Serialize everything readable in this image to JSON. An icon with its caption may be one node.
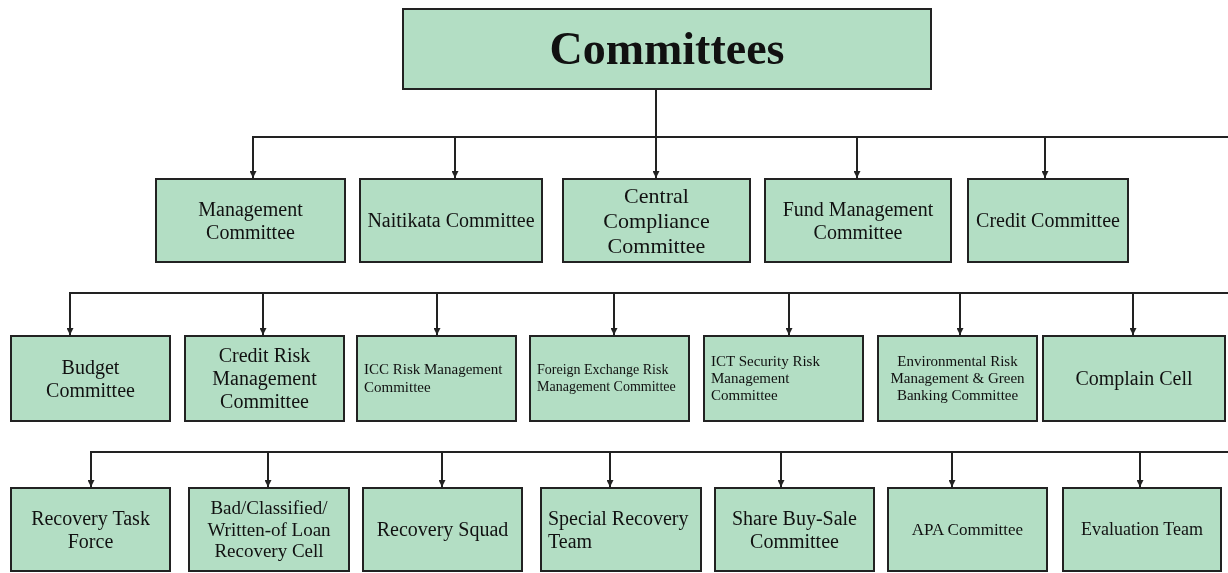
{
  "diagram": {
    "nodes": [
      {
        "text": [
          "Committees"
        ]
      },
      {
        "text": [
          "Management Committee"
        ]
      },
      {
        "text": [
          "Naitikata Committee"
        ]
      },
      {
        "text": [
          "Central Compliance Committee"
        ]
      },
      {
        "text": [
          "Fund Management Committee"
        ]
      },
      {
        "text": [
          "Credit Committee"
        ]
      },
      {
        "text": [
          "Budget Committee"
        ]
      },
      {
        "text": [
          "Credit Risk Management Committee"
        ]
      },
      {
        "text": [
          "ICC Risk Management Committee"
        ]
      },
      {
        "text": [
          "Foreign Exchange Risk Management Committee"
        ]
      },
      {
        "text": [
          "ICT Security Risk Management Committee"
        ]
      },
      {
        "text": [
          "Environmental Risk Management & Green Banking Committee"
        ]
      },
      {
        "text": [
          "Complain Cell"
        ]
      },
      {
        "text": [
          "Recovery Task Force"
        ]
      },
      {
        "text": [
          "Bad/Classified/ Written-of Loan Recovery Cell"
        ]
      },
      {
        "text": [
          "Recovery Squad"
        ]
      },
      {
        "text": [
          "Special Recovery Team"
        ]
      },
      {
        "text": [
          "Share Buy-Sale Committee"
        ]
      },
      {
        "text": [
          "APA Committee"
        ]
      },
      {
        "text": [
          "Evaluation Team"
        ]
      }
    ],
    "edges": [
      {
        "from": 0,
        "to": 1,
        "arrow": "to"
      },
      {
        "from": 0,
        "to": 2,
        "arrow": "to"
      },
      {
        "from": 0,
        "to": 3,
        "arrow": "to"
      },
      {
        "from": 0,
        "to": 4,
        "arrow": "to"
      },
      {
        "from": 0,
        "to": 5,
        "arrow": "to"
      },
      {
        "from": 0,
        "to": null,
        "arrow": "none"
      },
      {
        "from": null,
        "to": 6,
        "arrow": "to"
      },
      {
        "from": null,
        "to": 7,
        "arrow": "to"
      },
      {
        "from": null,
        "to": 8,
        "arrow": "to"
      },
      {
        "from": null,
        "to": 9,
        "arrow": "to"
      },
      {
        "from": null,
        "to": 10,
        "arrow": "to"
      },
      {
        "from": null,
        "to": 11,
        "arrow": "to"
      },
      {
        "from": null,
        "to": 12,
        "arrow": "to"
      },
      {
        "from": null,
        "to": 13,
        "arrow": "to"
      },
      {
        "from": null,
        "to": 14,
        "arrow": "to"
      },
      {
        "from": null,
        "to": 15,
        "arrow": "to"
      },
      {
        "from": null,
        "to": 16,
        "arrow": "to"
      },
      {
        "from": null,
        "to": 17,
        "arrow": "to"
      },
      {
        "from": null,
        "to": 18,
        "arrow": "to"
      },
      {
        "from": null,
        "to": 19,
        "arrow": "to"
      }
    ]
  }
}
